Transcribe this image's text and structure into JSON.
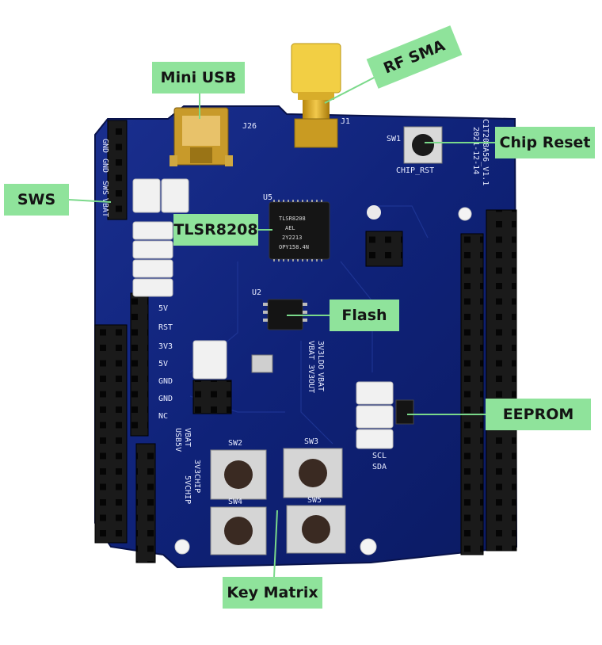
{
  "callouts": {
    "mini_usb": "Mini USB",
    "rf_sma": "RF SMA",
    "chip_reset": "Chip Reset",
    "sws": "SWS",
    "tlsr8208": "TLSR8208",
    "flash": "Flash",
    "eeprom": "EEPROM",
    "key_matrix": "Key Matrix"
  },
  "board_silkscreen": {
    "usb_ref": "J26",
    "sma_ref": "J1",
    "reset_ref": "SW1",
    "reset_name": "CHIP_RST",
    "soc_ref": "U5",
    "soc_marking": [
      "TLSR8208",
      "AEL",
      "2Y2213",
      "OPY158.4N"
    ],
    "flash_ref": "U2",
    "key_refs": [
      "SW2",
      "SW3",
      "SW4",
      "SW5"
    ],
    "pin_labels_left": [
      "GND",
      "GND",
      "SWS",
      "VBAT"
    ],
    "power_labels": [
      "5V",
      "RST",
      "3V3",
      "5V",
      "GND",
      "GND",
      "NC"
    ],
    "sel_labels": [
      "VBAT",
      "3V3CHIP",
      "USB5V",
      "5VCHIP"
    ],
    "ldo_labels": [
      "3V3LDO",
      "VBAT",
      "VBAT",
      "3V3OUT"
    ],
    "date_text": "2021-12-14",
    "version_text": "C1T208A56_V1.1",
    "bus_labels": [
      "SCL",
      "SDA"
    ]
  },
  "colors": {
    "callout_bg": "#8fe39b",
    "pcb_blue": "#10237a",
    "leader": "#7ad98a"
  }
}
